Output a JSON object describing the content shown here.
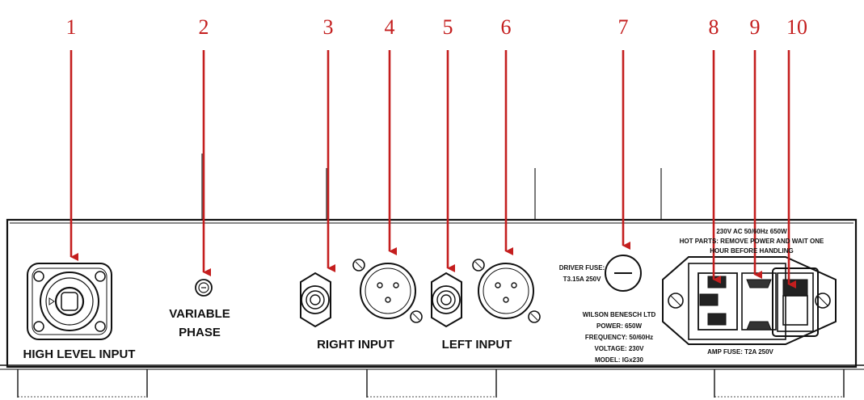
{
  "callouts": [
    "1",
    "2",
    "3",
    "4",
    "5",
    "6",
    "7",
    "8",
    "9",
    "10"
  ],
  "labels": {
    "high_level_input": "HIGH LEVEL INPUT",
    "variable": "VARIABLE",
    "phase": "PHASE",
    "right_input": "RIGHT INPUT",
    "left_input": "LEFT INPUT",
    "driver_fuse_1": "DRIVER FUSE:",
    "driver_fuse_2": "T3.15A 250V",
    "power_warning_1": "230V AC 50/60Hz 650W",
    "power_warning_2": "HOT PARTS: REMOVE POWER AND WAIT ONE",
    "power_warning_3": "HOUR BEFORE HANDLING",
    "amp_fuse": "AMP FUSE: T2A 250V",
    "spec_1": "WILSON BENESCH LTD",
    "spec_2": "POWER: 650W",
    "spec_3": "FREQUENCY: 50/60Hz",
    "spec_4": "VOLTAGE: 230V",
    "spec_5": "MODEL: IGx230"
  },
  "colors": {
    "callout": "#c41e1e",
    "line": "#111111",
    "panel": "#ffffff"
  }
}
